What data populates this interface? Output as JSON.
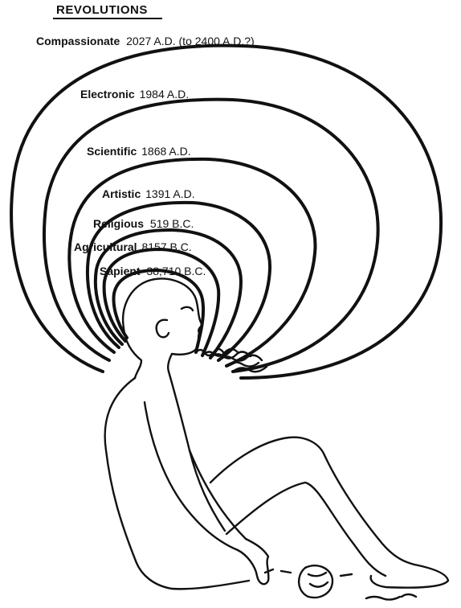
{
  "title": "REVOLUTIONS",
  "revolutions": [
    {
      "name": "Compassionate",
      "year": "2027 A.D. (to 2400 A.D.?)"
    },
    {
      "name": "Electronic",
      "year": "1984 A.D."
    },
    {
      "name": "Scientific",
      "year": "1868 A.D."
    },
    {
      "name": "Artistic",
      "year": "1391 A.D."
    },
    {
      "name": "Religious",
      "year": "519 B.C."
    },
    {
      "name": "Agricultural",
      "year": "8157 B.C."
    },
    {
      "name": "Sapient",
      "year": "38,710 B.C."
    }
  ],
  "colors": {
    "ink": "#111111",
    "paper": "#ffffff"
  }
}
